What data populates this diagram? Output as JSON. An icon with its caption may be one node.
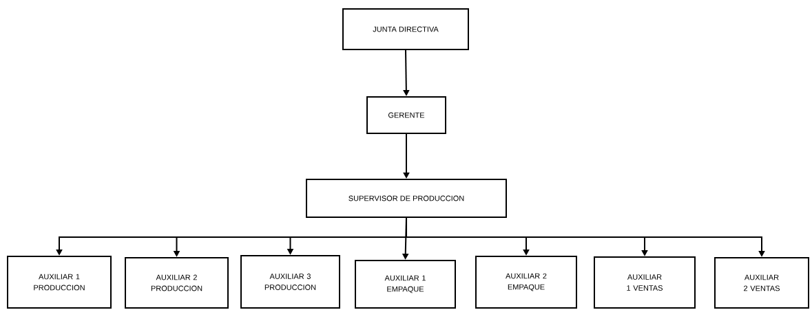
{
  "diagram": {
    "nodes": [
      {
        "text": [
          "JUNTA DIRECTIVA"
        ]
      },
      {
        "text": [
          "GERENTE"
        ]
      },
      {
        "text": [
          "SUPERVISOR DE PRODUCCION"
        ]
      },
      {
        "text": [
          "AUXILIAR 1 PRODUCCION"
        ]
      },
      {
        "text": [
          "AUXILIAR 2 PRODUCCION"
        ]
      },
      {
        "text": [
          "AUXILIAR 3 PRODUCCION"
        ]
      },
      {
        "text": [
          "AUXILIAR 1 EMPAQUE"
        ]
      },
      {
        "text": [
          "AUXILIAR 2 EMPAQUE"
        ]
      },
      {
        "text": [
          "AUXILIAR 1 VENTAS"
        ]
      },
      {
        "text": [
          "AUXILIAR 2 VENTAS"
        ]
      }
    ],
    "edges": [
      {
        "from": 0,
        "to": 1,
        "arrow": "to"
      },
      {
        "from": 1,
        "to": 2,
        "arrow": "to"
      },
      {
        "from": 2,
        "to": 3,
        "arrow": "to"
      },
      {
        "from": 2,
        "to": 4,
        "arrow": "to"
      },
      {
        "from": 2,
        "to": 5,
        "arrow": "to"
      },
      {
        "from": 2,
        "to": 6,
        "arrow": "to"
      },
      {
        "from": 2,
        "to": 7,
        "arrow": "to"
      },
      {
        "from": 2,
        "to": 8,
        "arrow": "to"
      },
      {
        "from": 2,
        "to": 9,
        "arrow": "to"
      }
    ]
  }
}
